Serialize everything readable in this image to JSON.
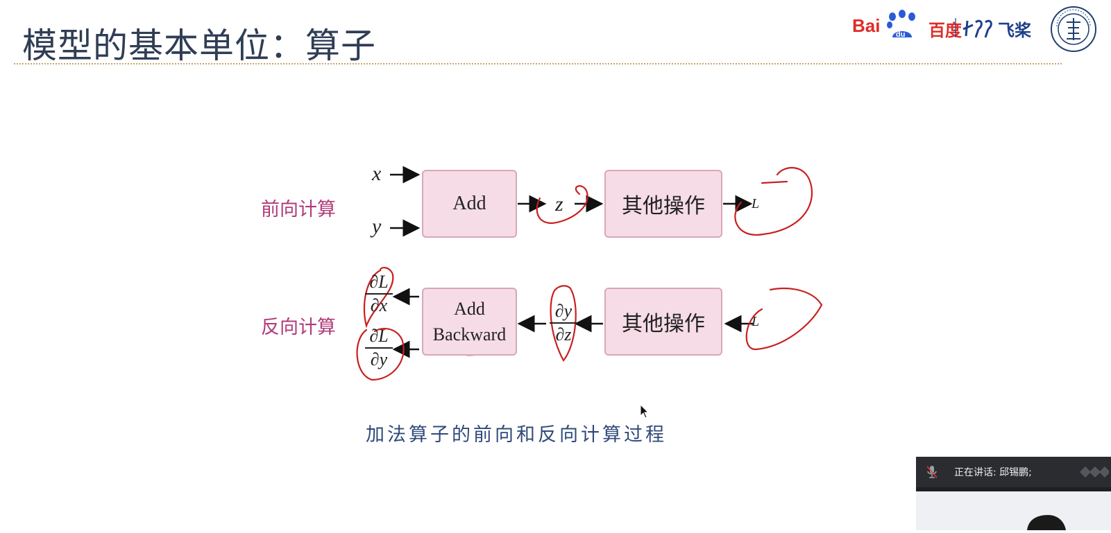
{
  "slide": {
    "title": "模型的基本单位：算子",
    "caption": "加法算子的前向和反向计算过程"
  },
  "logos": {
    "baidu_text": "Bai",
    "baidu_cn": "百度",
    "paddle_cn": "飞桨"
  },
  "diagram": {
    "forward_label": "前向计算",
    "backward_label": "反向计算",
    "forward": {
      "inputs": [
        "x",
        "y"
      ],
      "op1": "Add",
      "intermediate": "z",
      "op2": "其他操作",
      "output": "L"
    },
    "backward": {
      "grad_x": {
        "num": "∂L",
        "den": "∂x"
      },
      "grad_y": {
        "num": "∂L",
        "den": "∂y"
      },
      "op1_line1": "Add",
      "op1_line2": "Backward",
      "grad_mid": {
        "num": "∂y",
        "den": "∂z"
      },
      "op2": "其他操作",
      "input": "L"
    },
    "annotation_color": "#c8201e",
    "box_fill": "#f6dce6"
  },
  "meeting": {
    "speaking_label": "正在讲话: 邱锡鹏;"
  }
}
